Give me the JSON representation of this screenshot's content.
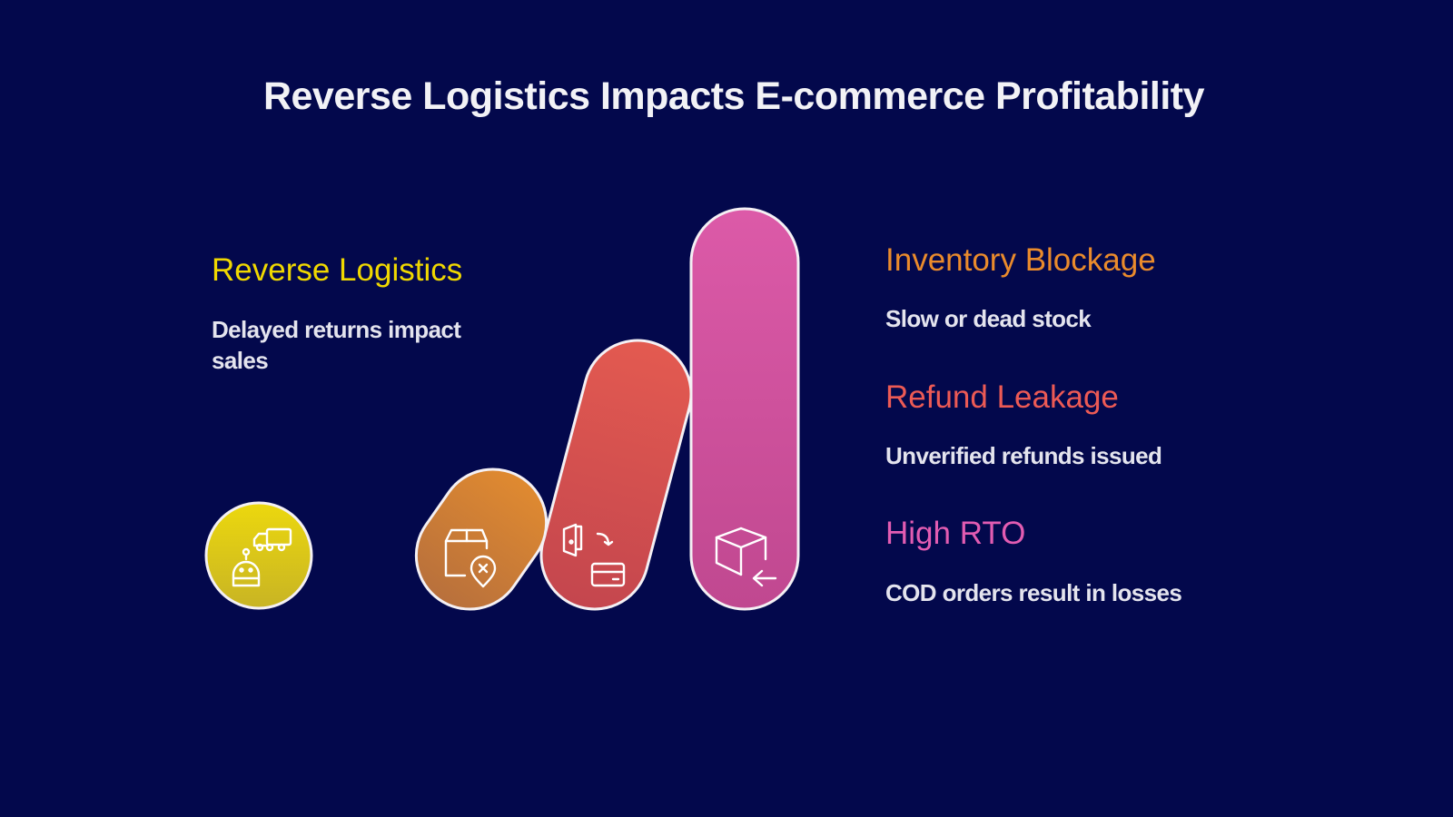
{
  "title": "Reverse Logistics Impacts E-commerce Profitability",
  "items": [
    {
      "heading": "Reverse Logistics",
      "description": "Delayed returns impact sales",
      "color": "#f0d800",
      "icon": "delivery-robot-truck-icon"
    },
    {
      "heading": "Inventory Blockage",
      "description": "Slow or dead stock",
      "color": "#ea8b2c",
      "icon": "package-blocked-icon"
    },
    {
      "heading": "Refund Leakage",
      "description": "Unverified refunds issued",
      "color": "#ec5a55",
      "icon": "refund-wallet-card-icon"
    },
    {
      "heading": "High RTO",
      "description": "COD orders result in losses",
      "color": "#e25cb2",
      "icon": "package-return-icon"
    }
  ]
}
